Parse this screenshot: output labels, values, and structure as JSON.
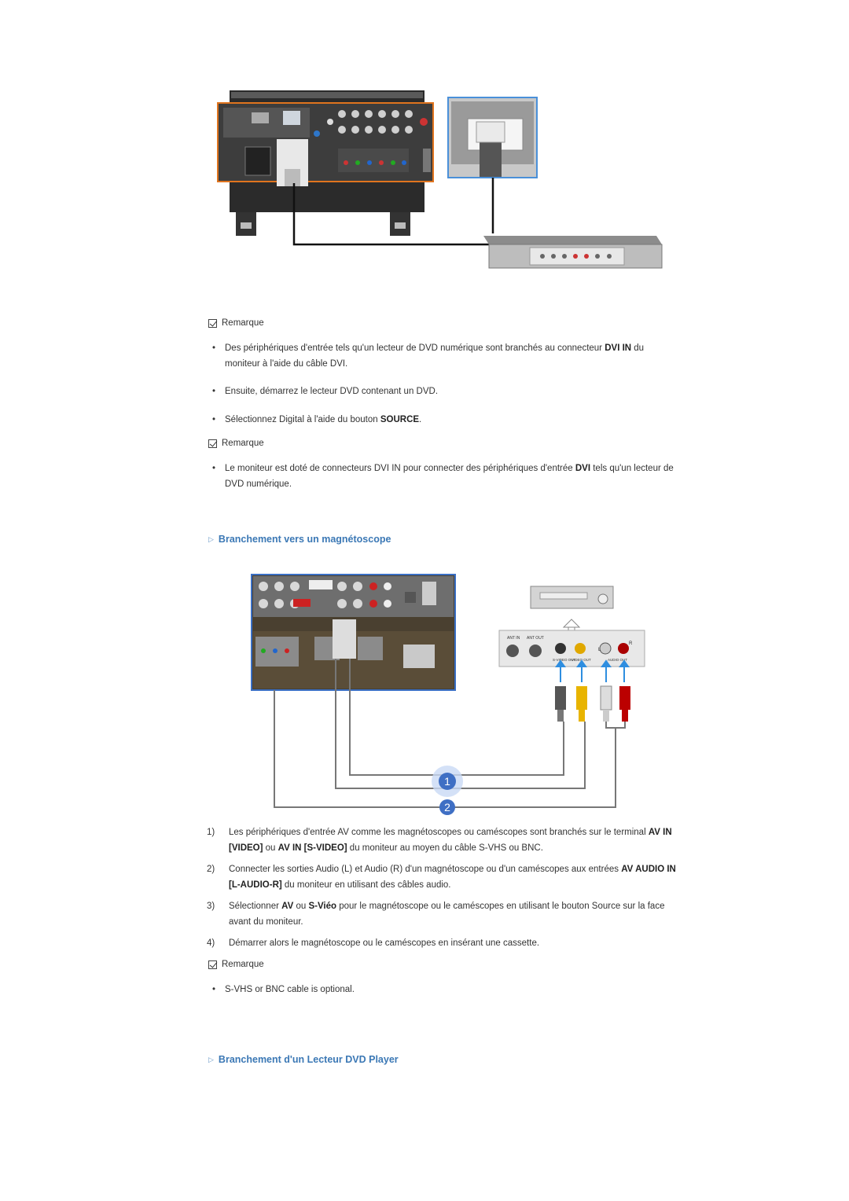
{
  "notes": {
    "remarque": "Remarque"
  },
  "section1": {
    "bullets": [
      {
        "pre": "Des périphériques d'entrée tels qu'un lecteur de DVD numérique sont branchés au connecteur ",
        "bold": "DVI IN",
        "post": " du moniteur à l'aide du câble DVI."
      },
      {
        "pre": "Ensuite, démarrez le lecteur DVD contenant un DVD.",
        "bold": "",
        "post": ""
      },
      {
        "pre": "Sélectionnez Digital à l'aide du bouton ",
        "bold": "SOURCE",
        "post": "."
      }
    ],
    "bullets2": [
      {
        "pre": "Le moniteur est doté de connecteurs DVI IN pour connecter des périphériques d'entrée ",
        "bold": "DVI",
        "post": " tels qu'un lecteur de DVD numérique."
      }
    ]
  },
  "section2": {
    "heading": "Branchement vers un magnétoscope",
    "figure": {
      "panel_labels": [
        "ANT IN",
        "ANT OUT",
        "S-VIDEO OUT",
        "VIDEO OUT",
        "AUDIO OUT",
        "L",
        "R"
      ],
      "markers": [
        "1",
        "2"
      ]
    },
    "steps": [
      {
        "n": "1)",
        "html": "Les périphériques d'entrée AV comme les magnétoscopes ou caméscopes sont branchés sur le terminal <b>AV IN [VIDEO]</b> ou <b>AV IN [S-VIDEO]</b> du moniteur au moyen du câble S-VHS ou BNC."
      },
      {
        "n": "2)",
        "html": "Connecter les sorties Audio (L) et Audio (R) d'un magnétoscope ou d'un caméscopes aux entrées <b>AV AUDIO IN [L-AUDIO-R]</b> du moniteur en utilisant des câbles audio."
      },
      {
        "n": "3)",
        "html": "Sélectionner <b>AV</b> ou <b>S-Viéo</b> pour le magnétoscope ou le caméscopes en utilisant le bouton Source sur la face avant du moniteur."
      },
      {
        "n": "4)",
        "html": "Démarrer alors le magnétoscope ou le caméscopes en insérant une cassette."
      }
    ],
    "bullets": [
      {
        "pre": "S-VHS or BNC cable is optional.",
        "bold": "",
        "post": ""
      }
    ]
  },
  "section3": {
    "heading": "Branchement d'un Lecteur DVD Player"
  }
}
